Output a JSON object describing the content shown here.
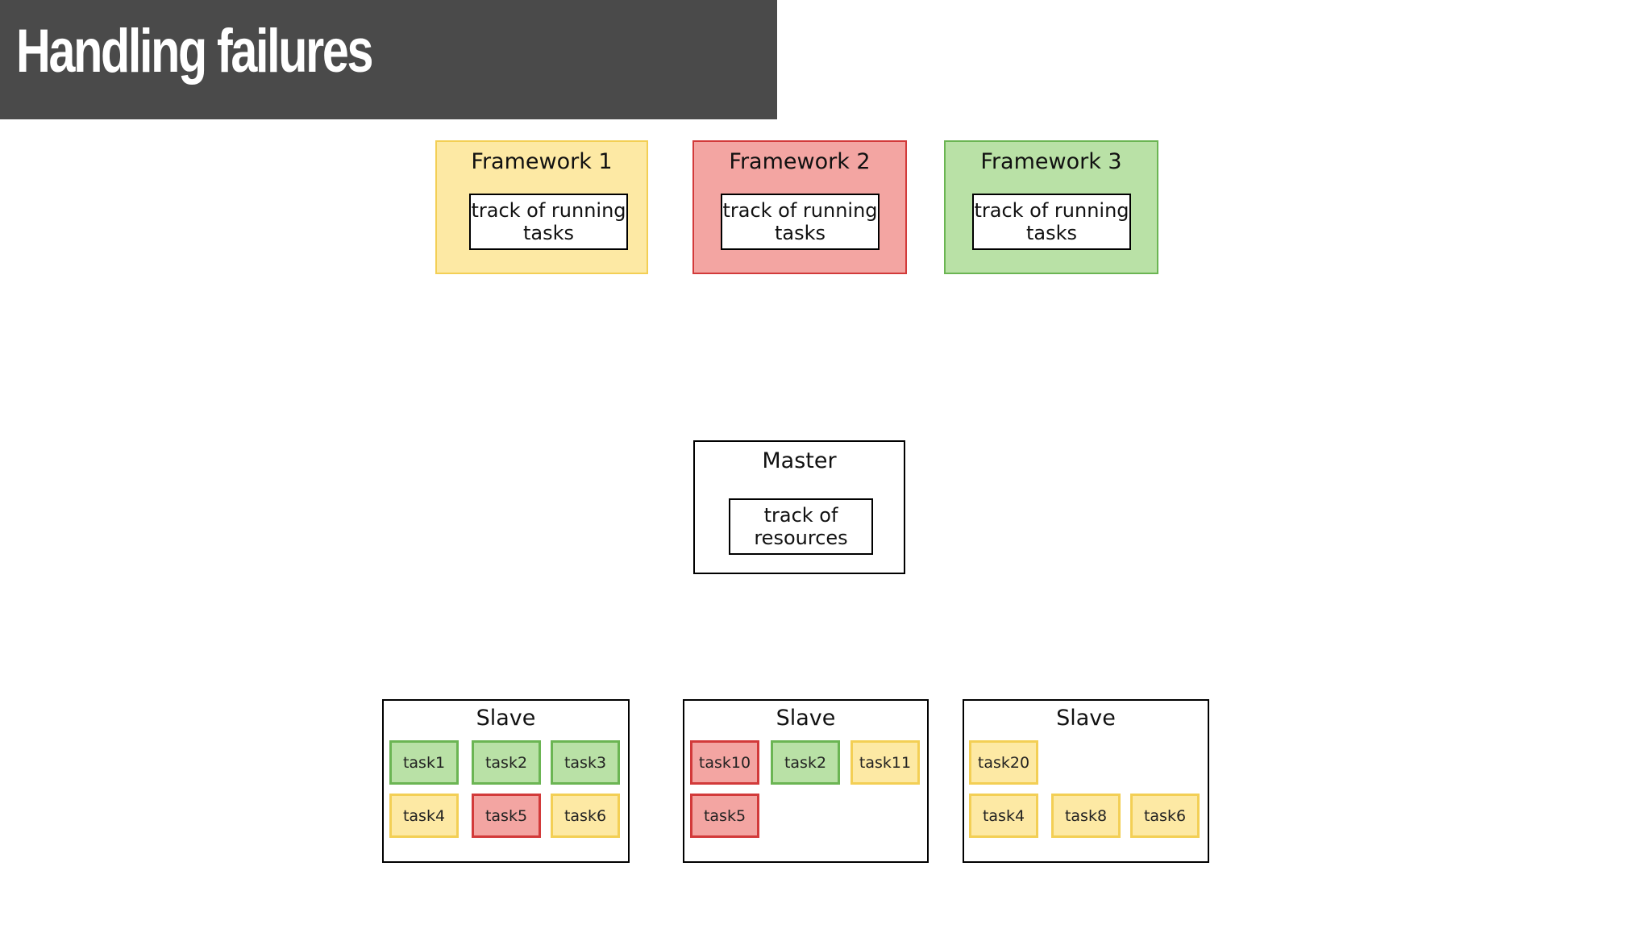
{
  "slide": {
    "title": "Handling failures"
  },
  "colors": {
    "yellow_fill": "#fde9a4",
    "yellow_border": "#f3cf55",
    "red_fill": "#f3a5a2",
    "red_border": "#d23a3a",
    "green_fill": "#b9e1a6",
    "green_border": "#6bb553"
  },
  "frameworks": [
    {
      "title": "Framework 1",
      "inner": [
        "track of running",
        "tasks"
      ],
      "color": "yellow"
    },
    {
      "title": "Framework 2",
      "inner": [
        "track of running",
        "tasks"
      ],
      "color": "red"
    },
    {
      "title": "Framework 3",
      "inner": [
        "track of running",
        "tasks"
      ],
      "color": "green"
    }
  ],
  "master": {
    "title": "Master",
    "inner": [
      "track of",
      "resources"
    ]
  },
  "slaves": [
    {
      "title": "Slave",
      "tasks": [
        {
          "label": "task1",
          "color": "green"
        },
        {
          "label": "task2",
          "color": "green"
        },
        {
          "label": "task3",
          "color": "green"
        },
        {
          "label": "task4",
          "color": "yellow"
        },
        {
          "label": "task5",
          "color": "red"
        },
        {
          "label": "task6",
          "color": "yellow"
        }
      ]
    },
    {
      "title": "Slave",
      "tasks": [
        {
          "label": "task10",
          "color": "red"
        },
        {
          "label": "task2",
          "color": "green"
        },
        {
          "label": "task11",
          "color": "yellow"
        },
        {
          "label": "task5",
          "color": "red"
        }
      ]
    },
    {
      "title": "Slave",
      "tasks": [
        {
          "label": "task20",
          "color": "yellow"
        },
        {
          "label": "task4",
          "color": "yellow"
        },
        {
          "label": "task8",
          "color": "yellow"
        },
        {
          "label": "task6",
          "color": "yellow"
        }
      ]
    }
  ]
}
